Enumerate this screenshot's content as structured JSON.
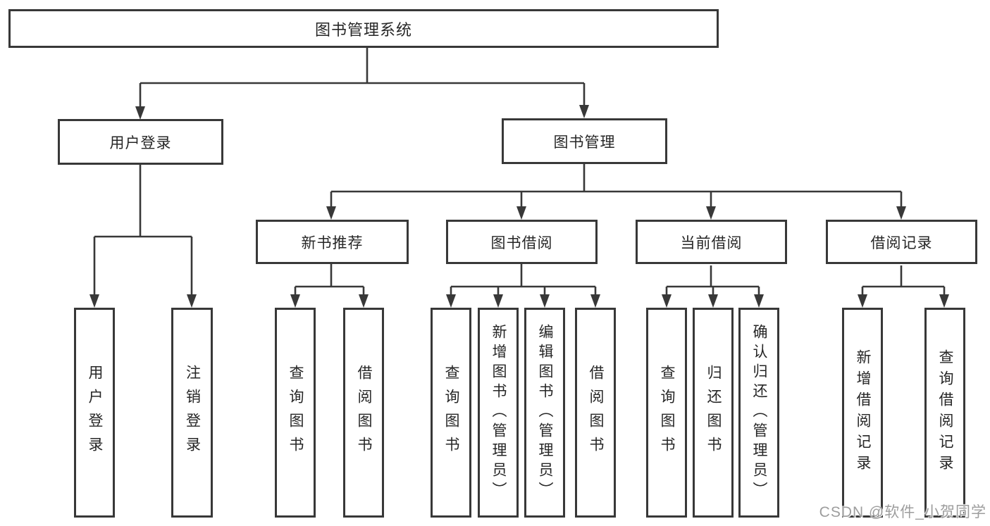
{
  "tree": {
    "label": "图书管理系统",
    "children": [
      {
        "label": "用户登录",
        "children": [
          {
            "label": "用户登录"
          },
          {
            "label": "注销登录"
          }
        ]
      },
      {
        "label": "图书管理",
        "children": [
          {
            "label": "新书推荐",
            "children": [
              {
                "label": "查询图书"
              },
              {
                "label": "借阅图书"
              }
            ]
          },
          {
            "label": "图书借阅",
            "children": [
              {
                "label": "查询图书"
              },
              {
                "label": "新增图书（管理员）"
              },
              {
                "label": "编辑图书（管理员）"
              },
              {
                "label": "借阅图书"
              }
            ]
          },
          {
            "label": "当前借阅",
            "children": [
              {
                "label": "查询图书"
              },
              {
                "label": "归还图书"
              },
              {
                "label": "确认归还（管理员）"
              }
            ]
          },
          {
            "label": "借阅记录",
            "children": [
              {
                "label": "新增借阅记录"
              },
              {
                "label": "查询借阅记录"
              }
            ]
          }
        ]
      }
    ]
  },
  "watermark": {
    "text": "CSDN @软件_小贺同学"
  },
  "colors": {
    "line": "#383838",
    "box_border": "#383838",
    "text": "#262626",
    "watermark": "#9d9d9d",
    "background": "#ffffff"
  }
}
